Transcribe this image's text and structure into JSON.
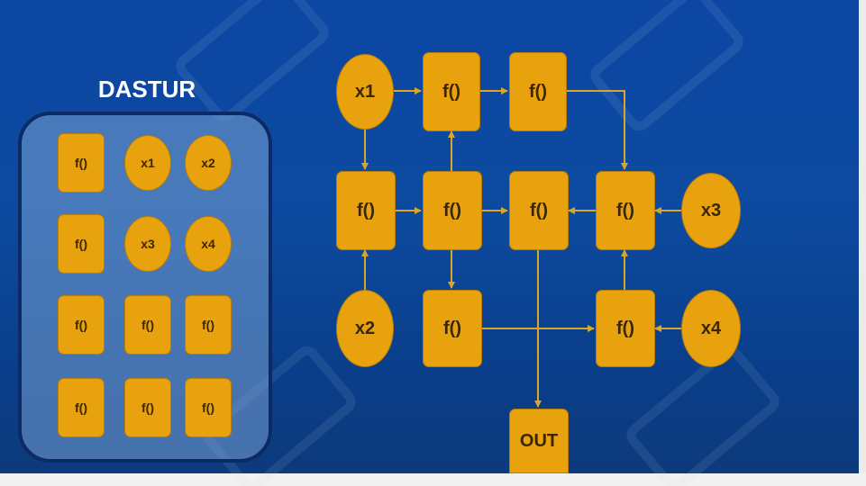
{
  "legend": {
    "title": "DASTUR",
    "items": [
      "f()",
      "x1",
      "x2",
      "f()",
      "x3",
      "x4",
      "f()",
      "f()",
      "f()",
      "f()",
      "f()",
      "f()"
    ]
  },
  "graph": {
    "nodes": {
      "x1": "x1",
      "f_top_mid": "f()",
      "f_top_right": "f()",
      "f_mid_1": "f()",
      "f_mid_2": "f()",
      "f_mid_3": "f()",
      "f_mid_4": "f()",
      "x3": "x3",
      "x2": "x2",
      "f_low_2": "f()",
      "f_low_4": "f()",
      "x4": "x4",
      "out": "OUT"
    }
  },
  "colors": {
    "node_fill": "#e8a20e",
    "background": "#0c47a4",
    "edge": "#d9a628"
  }
}
